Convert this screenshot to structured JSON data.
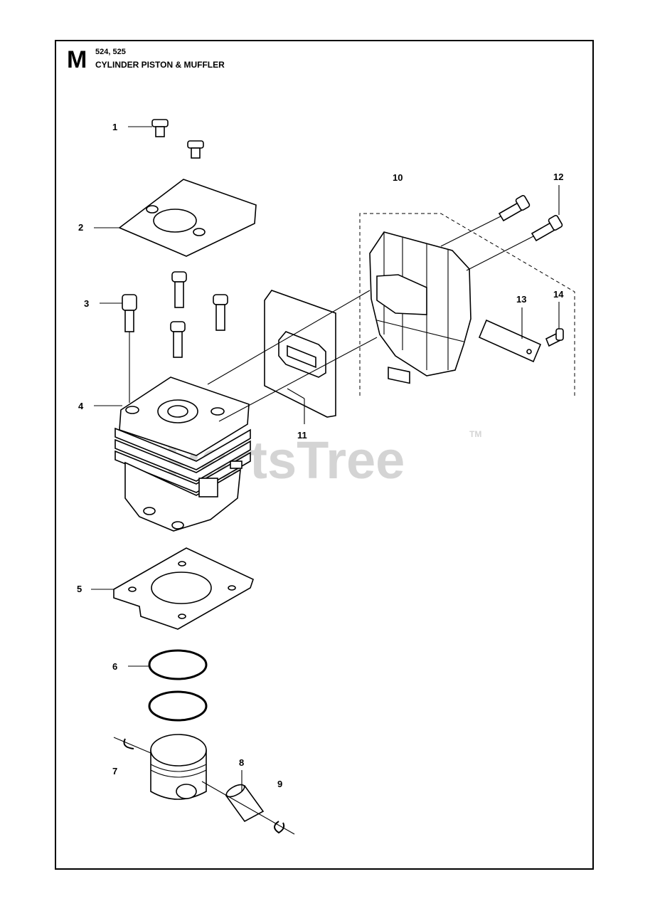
{
  "header": {
    "section_letter": "M",
    "models": "524, 525",
    "title": "CYLINDER PISTON & MUFFLER"
  },
  "callouts": [
    "1",
    "2",
    "3",
    "4",
    "5",
    "6",
    "7",
    "8",
    "9",
    "10",
    "11",
    "12",
    "13",
    "14"
  ],
  "watermark": {
    "text": "PartsTree",
    "tm": "TM"
  }
}
